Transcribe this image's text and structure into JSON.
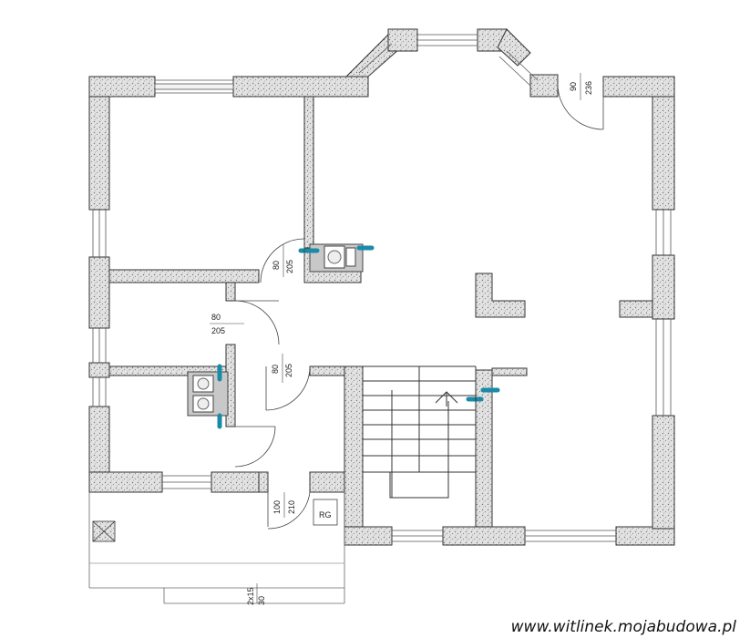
{
  "plan": {
    "door_dims": [
      {
        "id": "door-1-width",
        "text": "80"
      },
      {
        "id": "door-1-height",
        "text": "205"
      },
      {
        "id": "door-2-width",
        "text": "80"
      },
      {
        "id": "door-2-height",
        "text": "205"
      },
      {
        "id": "door-3-width",
        "text": "80"
      },
      {
        "id": "door-3-height",
        "text": "205"
      },
      {
        "id": "door-4-width",
        "text": "90"
      },
      {
        "id": "door-4-height",
        "text": "236"
      },
      {
        "id": "door-5-width",
        "text": "100"
      },
      {
        "id": "door-5-height",
        "text": "210"
      }
    ],
    "rg_label": "RG",
    "step_dims": [
      "2x15",
      "30"
    ],
    "watermark": "www.witlinek.mojabudowa.pl"
  },
  "colors": {
    "wall_fill": "#dadada",
    "wall_stroke": "#333333",
    "line": "#444444",
    "vent_accent": "#1a8aa6",
    "chimney_fill": "#c8c8c8"
  }
}
